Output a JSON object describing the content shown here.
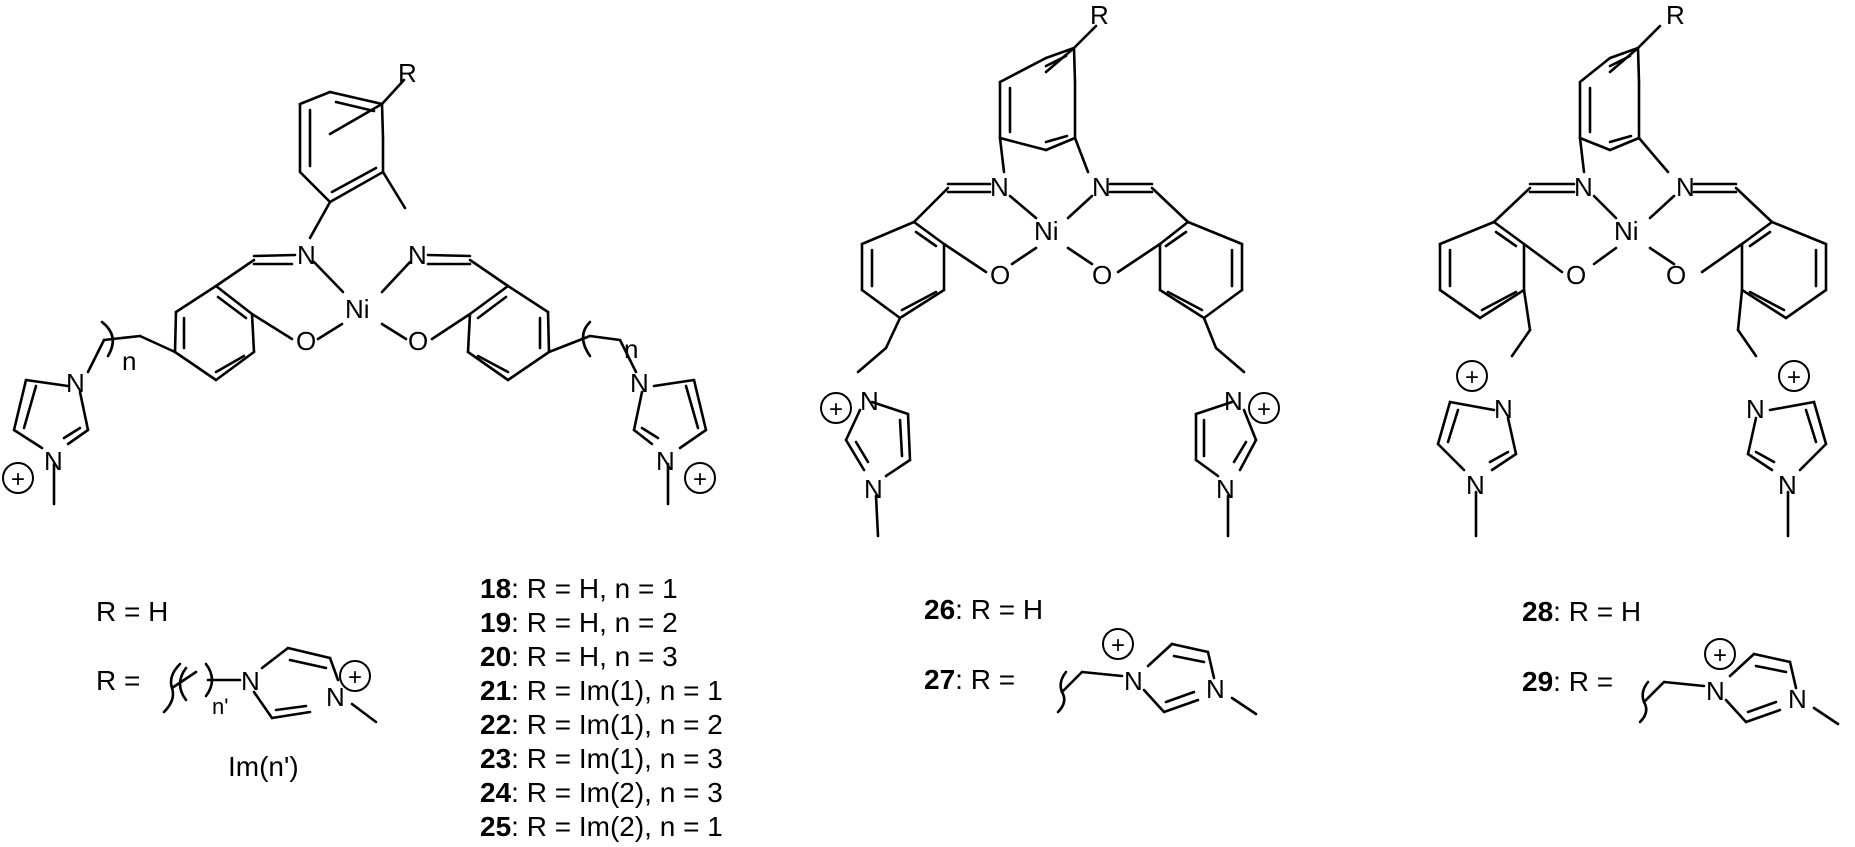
{
  "atoms": {
    "N": "N",
    "O": "O",
    "Ni": "Ni",
    "R": "R",
    "n": "n",
    "n_prime": "n'",
    "plus": "+"
  },
  "left_panel": {
    "r_h": "R = H",
    "r_im_prefix": "R =",
    "im_label": "Im(n')",
    "compounds": [
      {
        "id": "18",
        "rest": ": R = H, n = 1"
      },
      {
        "id": "19",
        "rest": ": R = H, n = 2"
      },
      {
        "id": "20",
        "rest": ": R = H, n = 3"
      },
      {
        "id": "21",
        "rest": ": R = Im(1), n = 1"
      },
      {
        "id": "22",
        "rest": ": R = Im(1), n = 2"
      },
      {
        "id": "23",
        "rest": ": R = Im(1), n = 3"
      },
      {
        "id": "24",
        "rest": ": R = Im(2), n = 3"
      },
      {
        "id": "25",
        "rest": ": R = Im(2), n = 1"
      }
    ]
  },
  "middle_panel": {
    "c26_id": "26",
    "c26_rest": ": R = H",
    "c27_id": "27",
    "c27_rest": ": R ="
  },
  "right_panel": {
    "c28_id": "28",
    "c28_rest": ": R = H",
    "c29_id": "29",
    "c29_rest": ": R ="
  }
}
